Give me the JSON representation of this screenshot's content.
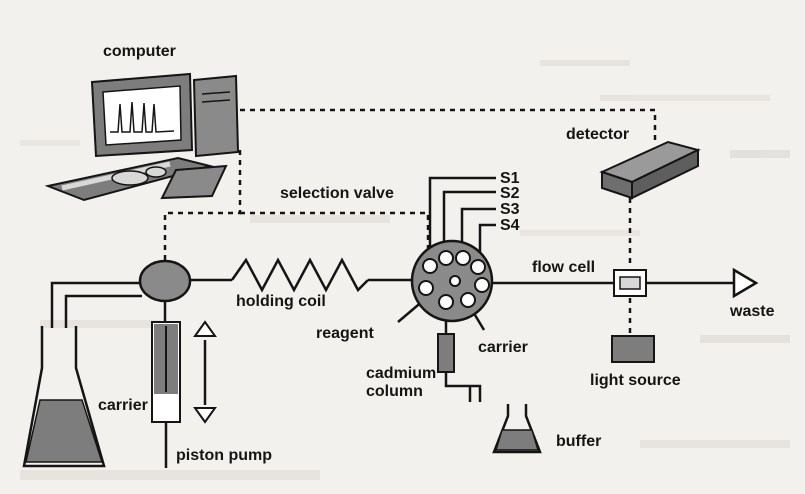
{
  "labels": {
    "computer": "computer",
    "detector": "detector",
    "selection_valve": "selection valve",
    "s1": "S1",
    "s2": "S2",
    "s3": "S3",
    "s4": "S4",
    "flow_cell": "flow cell",
    "waste": "waste",
    "holding_coil": "holding coil",
    "reagent": "reagent",
    "carrier_valve": "carrier",
    "cadmium_column_line1": "cadmium",
    "cadmium_column_line2": "column",
    "light_source": "light source",
    "carrier_flask": "carrier",
    "buffer": "buffer",
    "piston_pump": "piston pump"
  },
  "colors": {
    "line": "#151515",
    "equipment_fill": "#7d7d7d",
    "equipment_light": "#d8d8d8",
    "background": "#f3f1ee"
  }
}
